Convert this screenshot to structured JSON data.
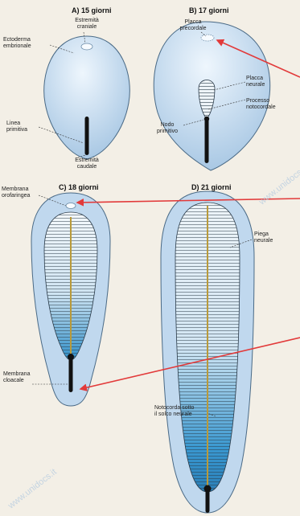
{
  "panels": {
    "a": {
      "title": "A) 15 giorni",
      "ectoderm": "Ectoderma\nembrionale",
      "cranial": "Estremità\ncraniale",
      "streak": "Linea\nprimitiva",
      "caudal": "Estremità\ncaudale"
    },
    "b": {
      "title": "B) 17 giorni",
      "precordal": "Placca\nprecordale",
      "neural_plate": "Placca\nneurale",
      "node": "Nodo\nprimitivo",
      "notochordal": "Processo\nnotocordale"
    },
    "c": {
      "title": "C) 18 giorni",
      "oropharyngeal": "Membrana\norofaringea",
      "cloacal": "Membrana\ncloacale"
    },
    "d": {
      "title": "D) 21 giorni",
      "neural_fold": "Piega\nneurale",
      "notochord": "Notocorda sotto\nil solco neurale"
    }
  },
  "watermark": "www.unidocs.it",
  "colors": {
    "background": "#f3efe6",
    "embryo_fill": "#c7dcf0",
    "neural_plate": "#3d9bd0",
    "arrows": "#e23a3a",
    "notochord": "#222222",
    "axis": "#b99a3a"
  }
}
